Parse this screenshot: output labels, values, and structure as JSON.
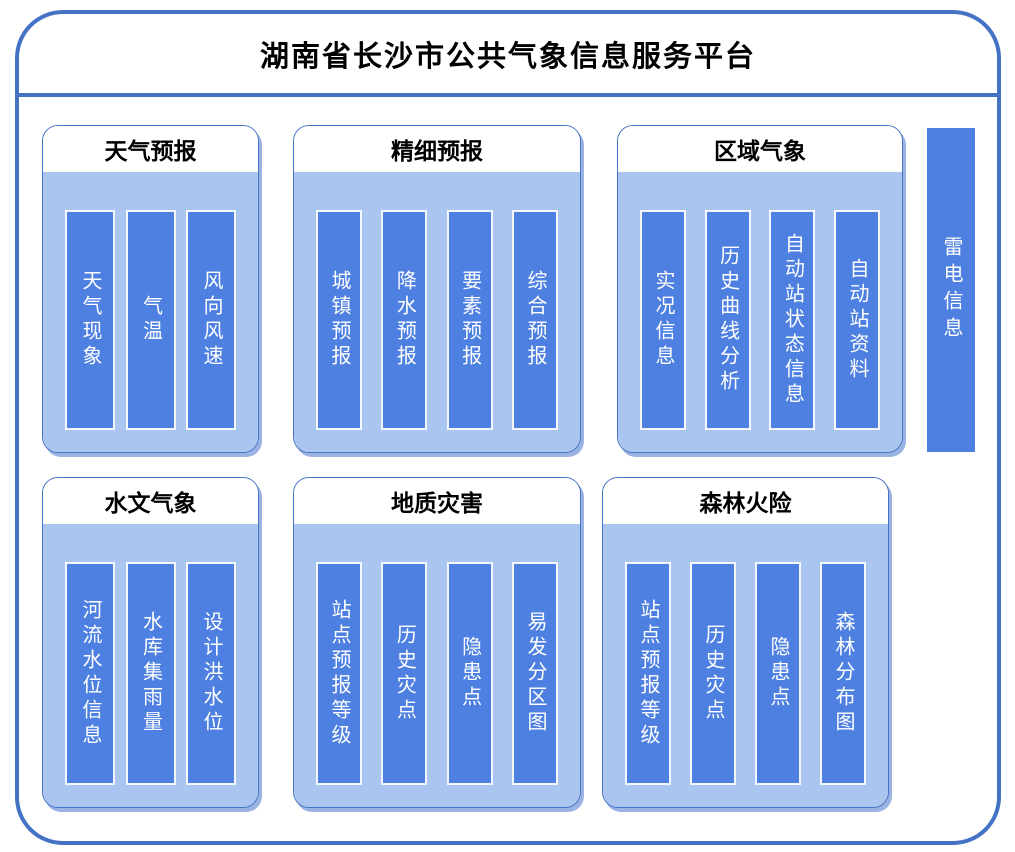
{
  "header": {
    "title": "湖南省长沙市公共气象信息服务平台"
  },
  "colors": {
    "border": "#4472c4",
    "panel_bg": "#a9c5f0",
    "header_bg": "#ffffff",
    "bar": "#4e80e2",
    "bar_text": "#ffffff",
    "shadow": "#9ab3e2",
    "title_text": "#000000"
  },
  "panels": [
    {
      "title": "天气预报",
      "items": [
        "天气现象",
        "气温",
        "风向风速"
      ]
    },
    {
      "title": "精细预报",
      "items": [
        "城镇预报",
        "降水预报",
        "要素预报",
        "综合预报"
      ]
    },
    {
      "title": "区域气象",
      "items": [
        "实况信息",
        "历史曲线分析",
        "自动站状态信息",
        "自动站资料"
      ]
    },
    {
      "title": "水文气象",
      "items": [
        "河流水位信息",
        "水库集雨量",
        "设计洪水位"
      ]
    },
    {
      "title": "地质灾害",
      "items": [
        "站点预报等级",
        "历史灾点",
        "隐患点",
        "易发分区图"
      ]
    },
    {
      "title": "森林火险",
      "items": [
        "站点预报等级",
        "历史灾点",
        "隐患点",
        "森林分布图"
      ]
    }
  ],
  "side_item": {
    "label": "雷电信息"
  }
}
